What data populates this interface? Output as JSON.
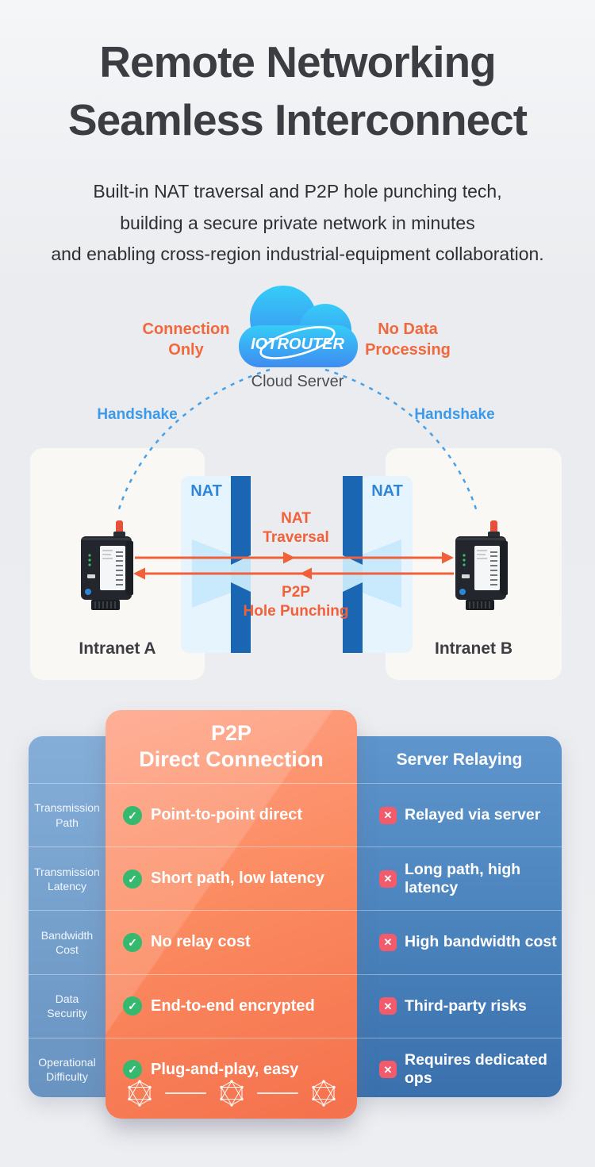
{
  "colors": {
    "accent_orange": "#f2683c",
    "handshake_blue": "#3d9ae9",
    "nat_text_blue": "#2e86d8",
    "wall_dark_blue": "#1b66b2",
    "wall_panel_blue": "#e6f4fd",
    "cloud_gradient_top": "#35ccf8",
    "cloud_gradient_bottom": "#3f8cf0",
    "table_blue_top": "#5e95cc",
    "table_blue_bottom": "#3a71ad",
    "card_orange_top": "#ffa286",
    "card_orange_bottom": "#f4714c",
    "check_green": "#34b96e",
    "cross_red": "#f25b6c",
    "title_gray": "#3c3d42",
    "intranet_panel": "#faf8f4"
  },
  "header": {
    "title_line1": "Remote Networking",
    "title_line2": "Seamless Interconnect",
    "subtitle_line1": "Built-in NAT traversal and P2P hole punching tech,",
    "subtitle_line2": "building a secure private network in minutes",
    "subtitle_line3": "and enabling cross-region industrial-equipment collaboration."
  },
  "diagram": {
    "cloud_logo": "IOTROUTER",
    "cloud_caption": "Cloud Server",
    "left_note": "Connection\nOnly",
    "right_note": "No Data\nProcessing",
    "handshake_left": "Handshake",
    "handshake_right": "Handshake",
    "nat_label_left": "NAT",
    "nat_label_right": "NAT",
    "nat_traversal_label": "NAT\nTraversal",
    "hole_punching_label": "P2P\nHole Punching",
    "intranet_a_label": "Intranet A",
    "intranet_b_label": "Intranet B"
  },
  "comparison": {
    "p2p_header": "P2P\nDirect Connection",
    "relay_header": "Server Relaying",
    "check_glyph": "✓",
    "cross_glyph": "✕",
    "rows": [
      {
        "label": "Transmission\nPath",
        "p2p": "Point-to-point direct",
        "relay": "Relayed via server"
      },
      {
        "label": "Transmission\nLatency",
        "p2p": "Short path, low latency",
        "relay": "Long path, high latency"
      },
      {
        "label": "Bandwidth\nCost",
        "p2p": "No relay cost",
        "relay": "High bandwidth cost"
      },
      {
        "label": "Data\nSecurity",
        "p2p": "End-to-end encrypted",
        "relay": "Third-party risks"
      },
      {
        "label": "Operational\nDifficulty",
        "p2p": "Plug-and-play, easy",
        "relay": "Requires dedicated ops"
      }
    ]
  }
}
